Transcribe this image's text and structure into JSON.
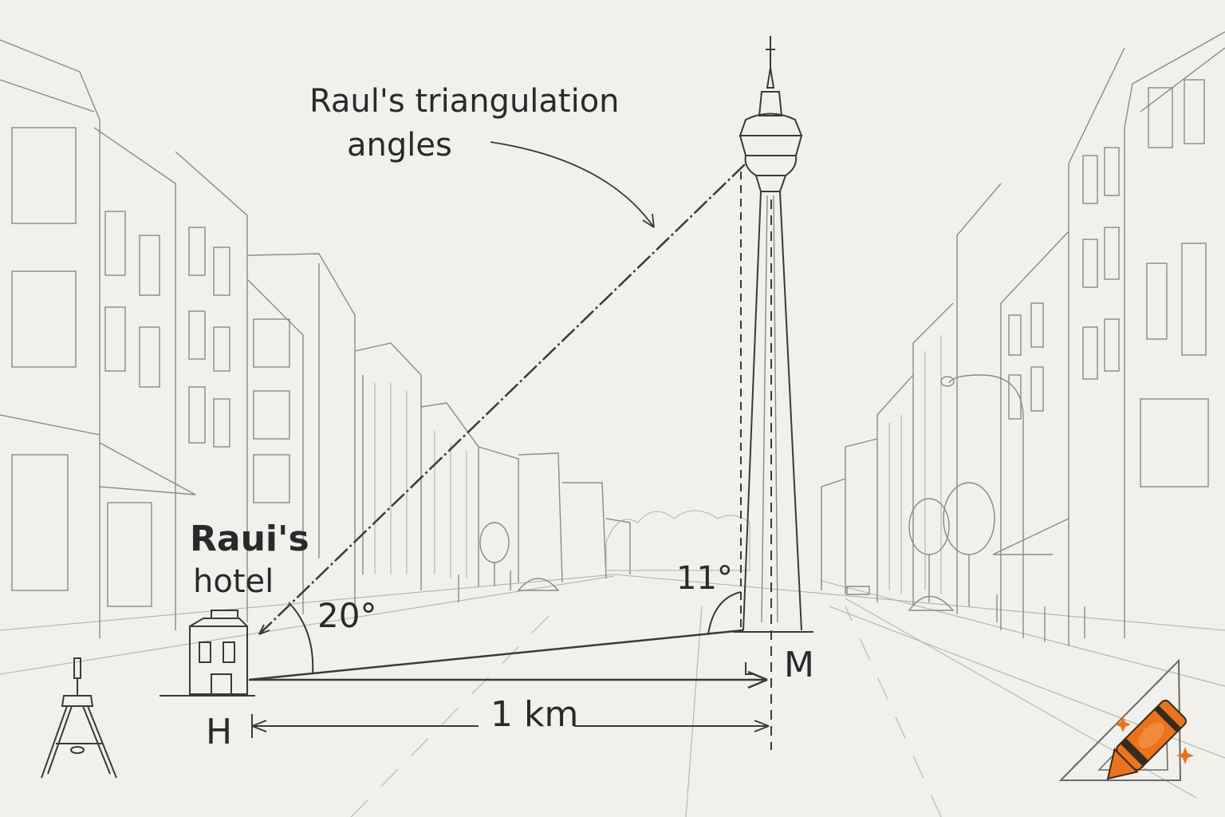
{
  "annotation": {
    "line1": "Raul's triangulation",
    "line2": "angles"
  },
  "hotel": {
    "label_line1": "Raui's",
    "label_line2": "hotel",
    "point": "H"
  },
  "tower": {
    "point": "M"
  },
  "angles": {
    "at_hotel": "20°",
    "at_tower": "11°"
  },
  "distance": {
    "label": "1 km"
  },
  "colors": {
    "paper": "#f1f0ec",
    "pencil": "#3a3a3a",
    "crayon": "#e8741f"
  },
  "icons": [
    "compass-icon",
    "set-square-icon",
    "crayon-icon",
    "sparkle-icon"
  ]
}
